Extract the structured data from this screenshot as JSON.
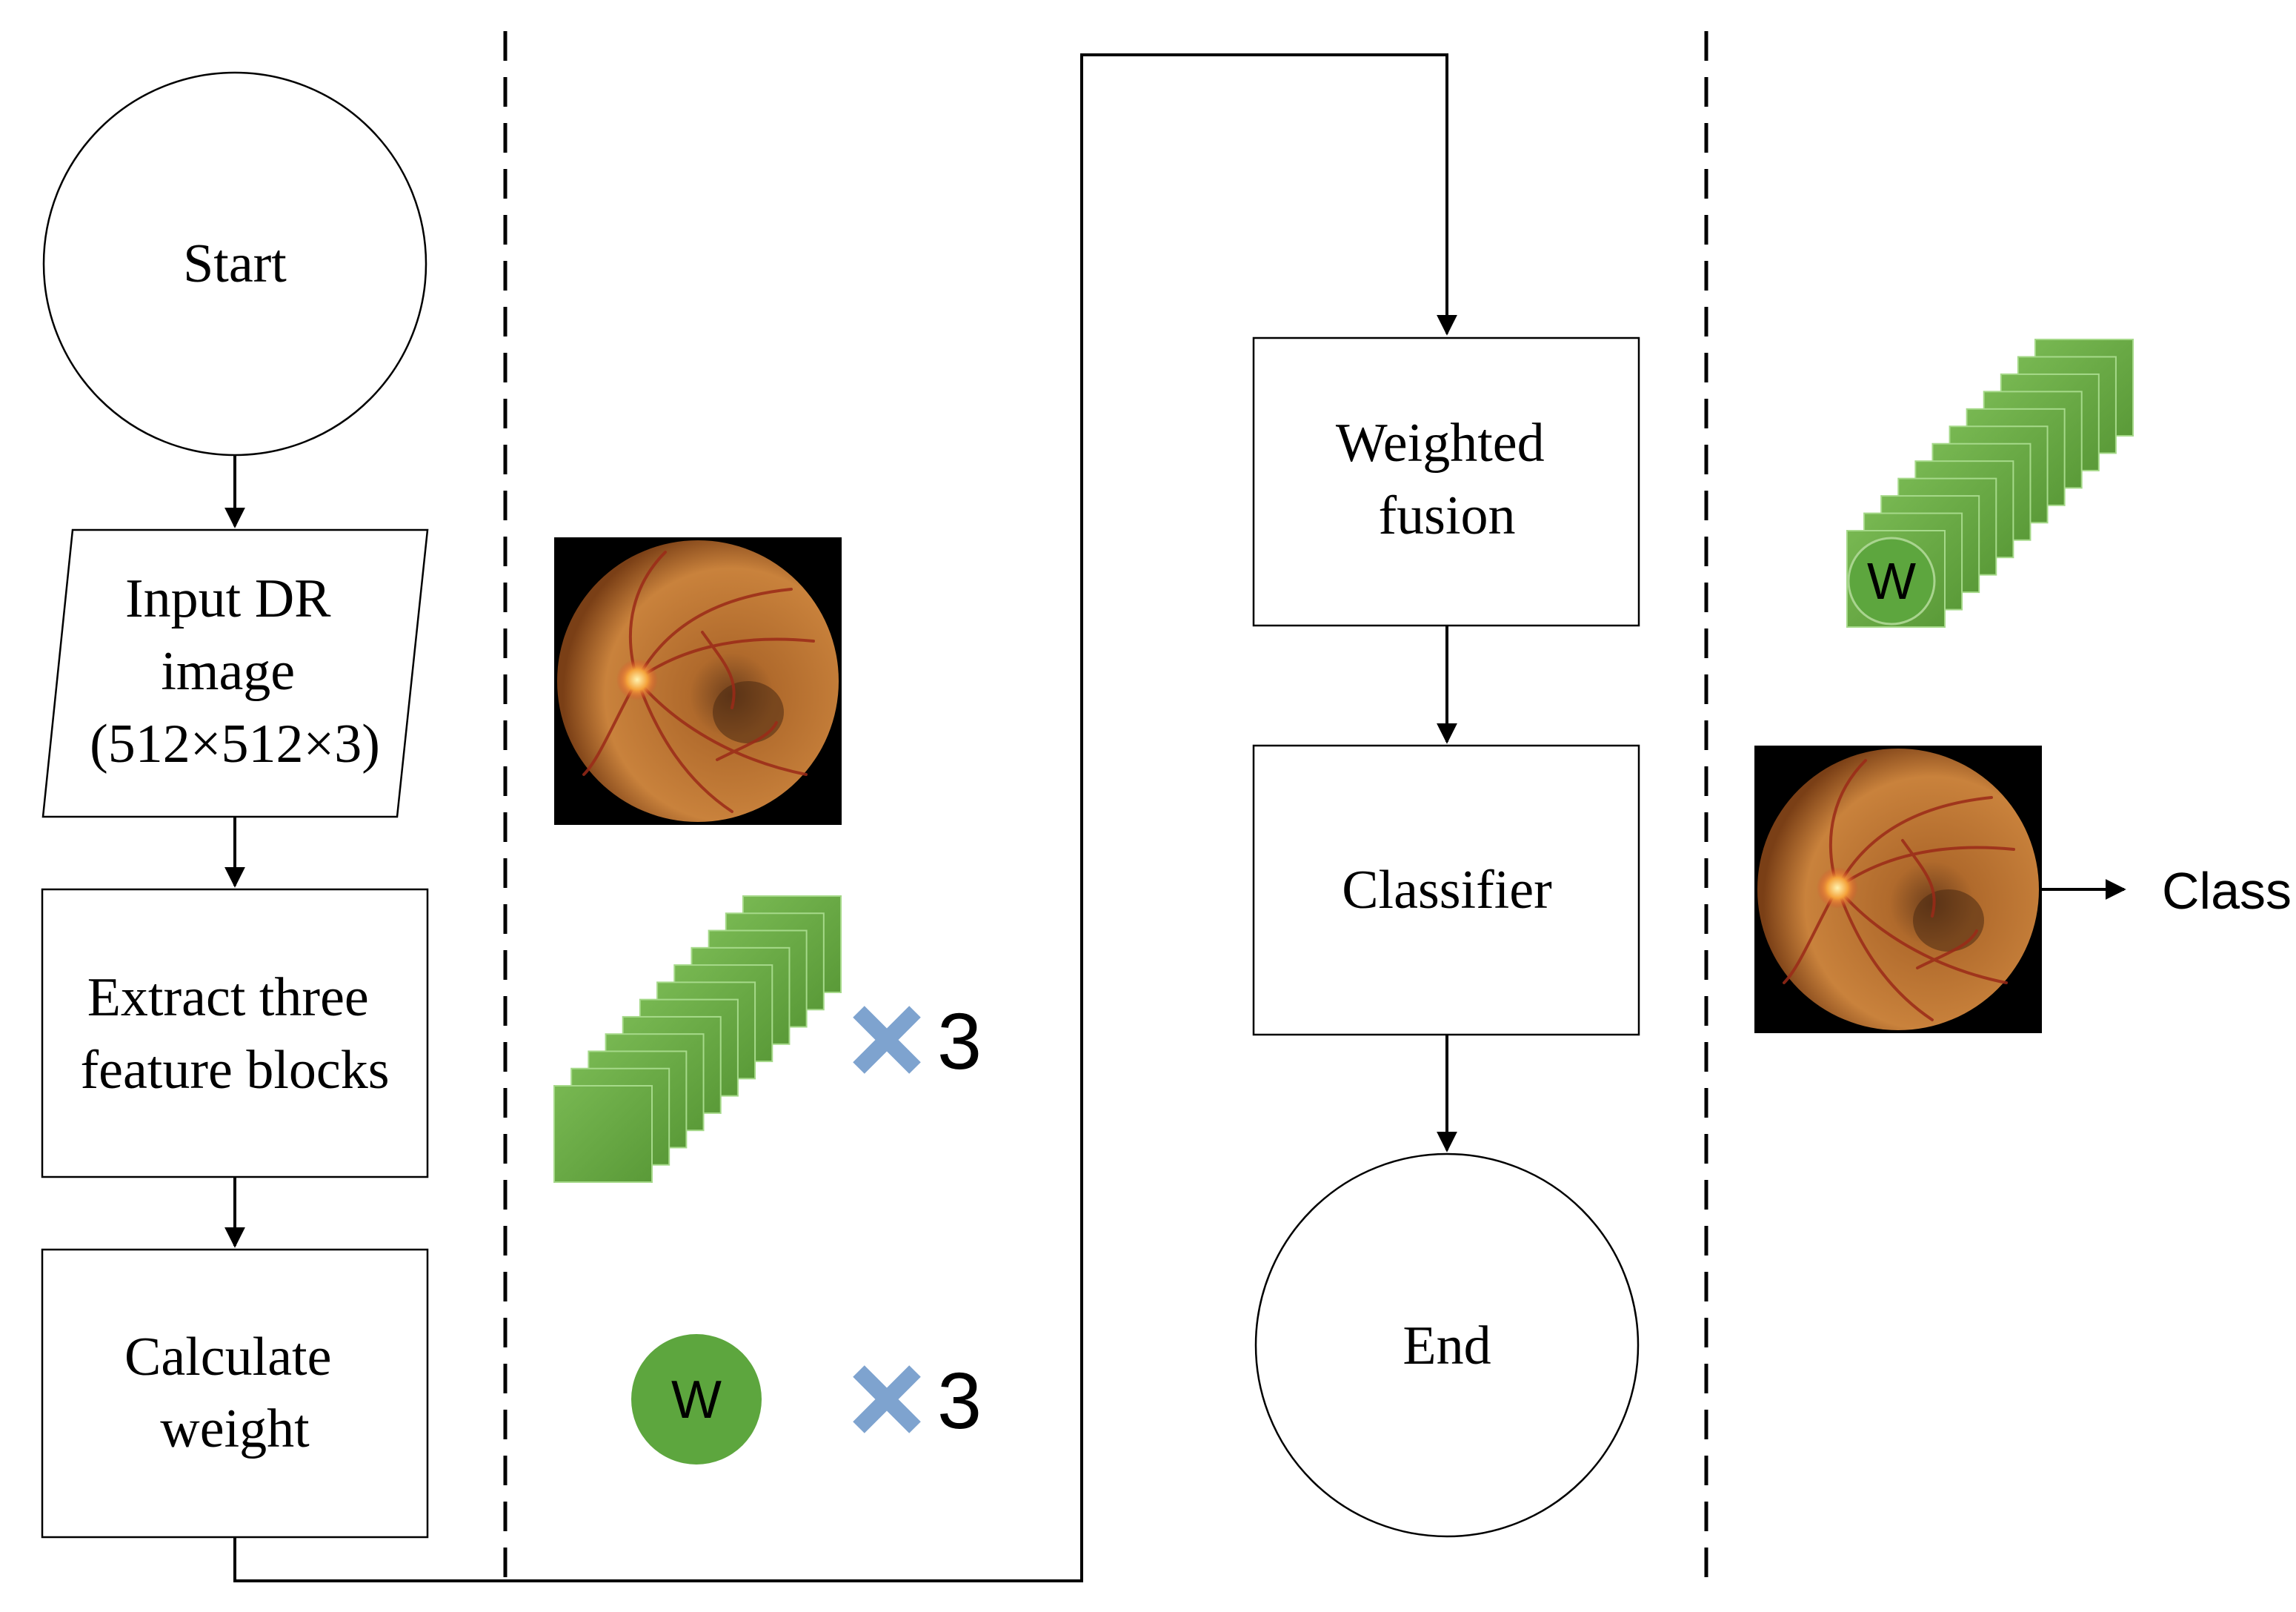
{
  "nodes": {
    "start": "Start",
    "input": [
      "Input DR",
      "image",
      "(512×512×3)"
    ],
    "extract": [
      "Extract three",
      "feature blocks"
    ],
    "calculate": [
      "Calculate",
      "weight"
    ],
    "fusion": [
      "Weighted",
      "fusion"
    ],
    "classifier": "Classifier",
    "end": "End"
  },
  "annotations": {
    "weight_symbol": "W",
    "multiplier": "3",
    "output_label": "Class"
  },
  "icons": {
    "fundus": "retina-fundus-image",
    "feature_stack": "feature-map-stack-icon",
    "weight": "weight-circle-icon",
    "times": "multiply-cross-icon"
  },
  "colors": {
    "feature_green": "#6aab45",
    "weight_green": "#5da63e",
    "cross_blue": "#7ea3cf",
    "line": "#000000"
  }
}
